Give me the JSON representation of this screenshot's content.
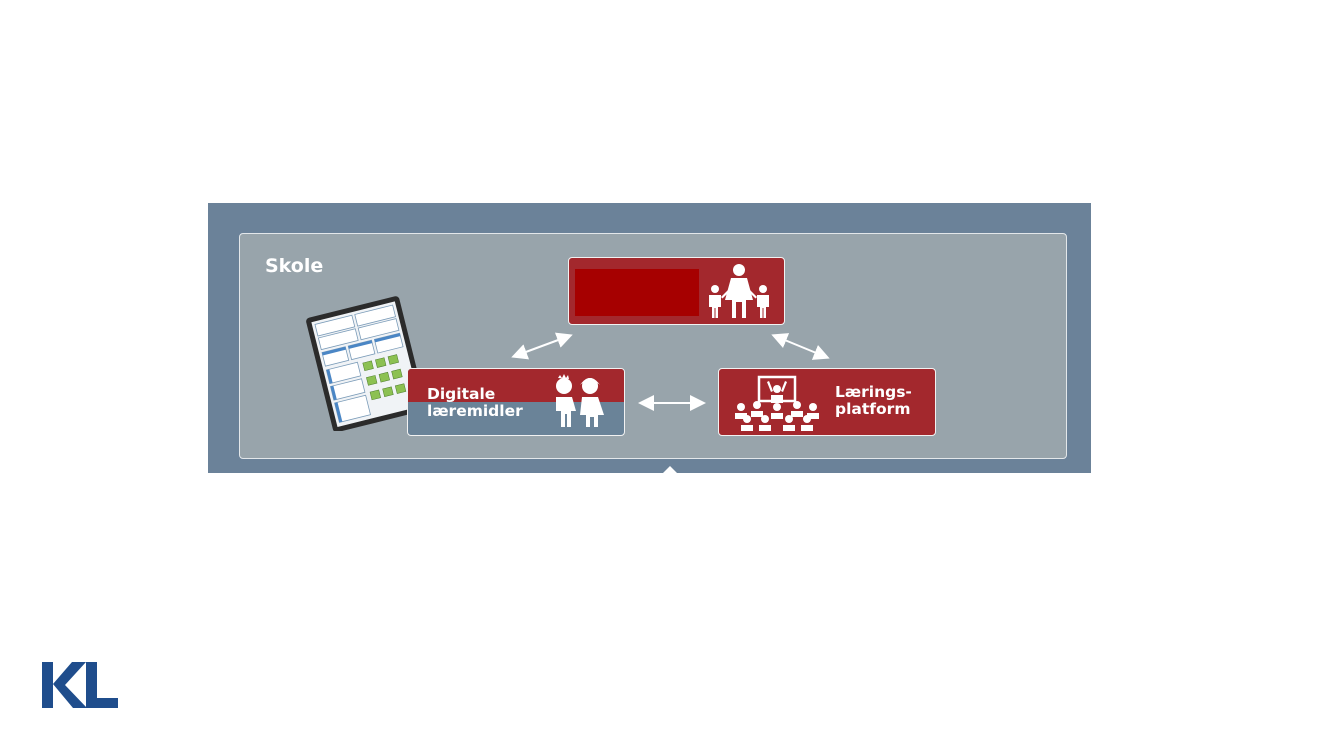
{
  "diagram": {
    "container_label": "Skole",
    "top_box": {
      "label": "",
      "icon": "family-icon"
    },
    "left_box": {
      "line1": "Digitale",
      "line2": "læremidler",
      "icon": "children-icon"
    },
    "right_box": {
      "line1": "Lærings-",
      "line2": "platform",
      "icon": "classroom-icon"
    },
    "tablet_icon": "tablet-icon",
    "colors": {
      "panel": "#6b8299",
      "inner": "#98a4ab",
      "box_red": "#a3282d",
      "box_blue": "#6a8398",
      "redaction": "#a60000",
      "logo_blue": "#1f4d8c"
    }
  },
  "logo": {
    "text": "KL"
  }
}
